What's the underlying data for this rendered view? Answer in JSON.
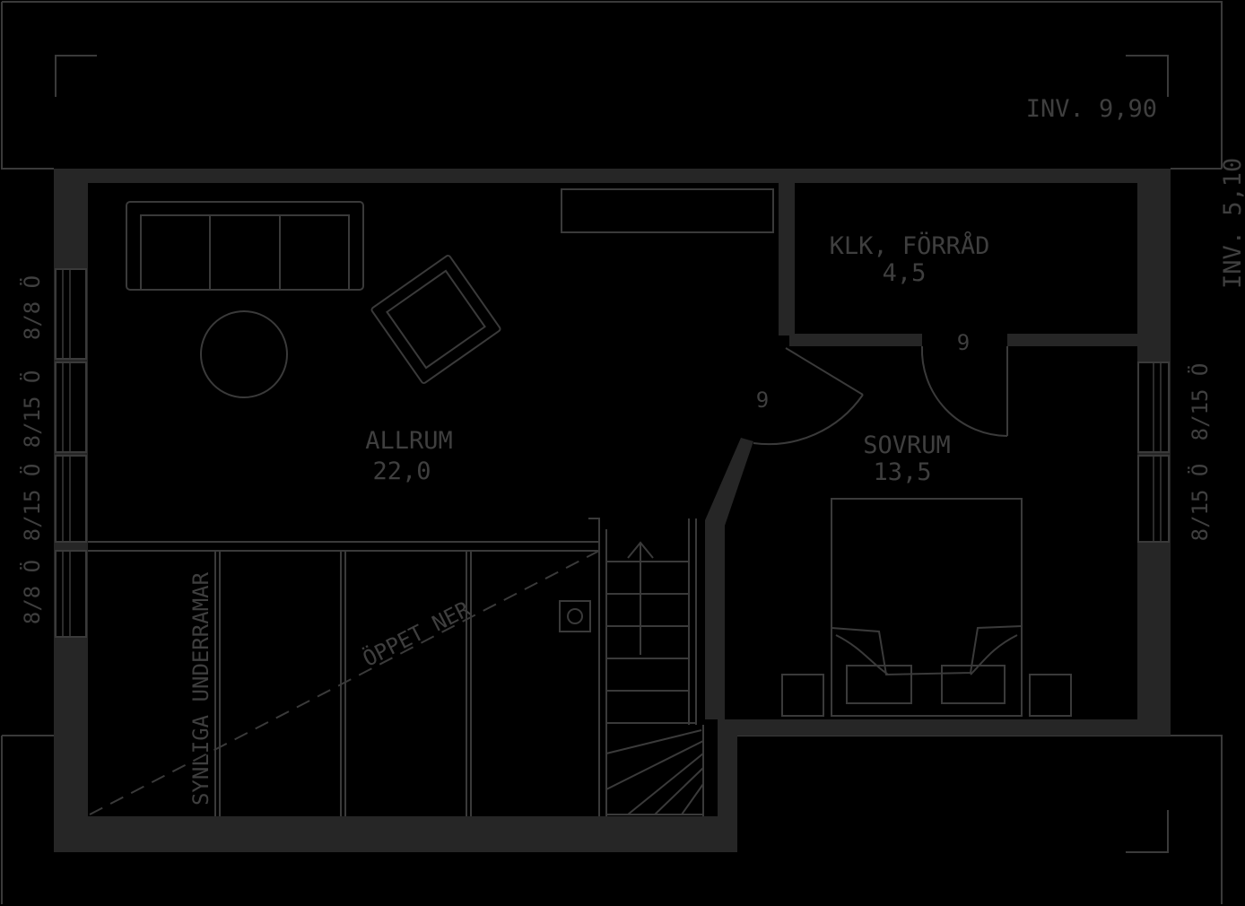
{
  "levels": {
    "top": "INV. 9,90",
    "right": "INV. 5,10"
  },
  "rooms": {
    "allrum": {
      "name": "ALLRUM",
      "area": "22,0"
    },
    "sovrum": {
      "name": "SOVRUM",
      "area": "13,5"
    },
    "klk": {
      "name": "KLK, FÖRRÅD",
      "area": "4,5"
    }
  },
  "doors": {
    "allrum_door": "9",
    "sovrum_door": "9"
  },
  "annotations": {
    "open_below": "ÖPPET NER",
    "visible_frames": "SYNLIGA UNDERRAMAR"
  },
  "windows": {
    "left": [
      "8/8 Ö",
      "8/15 Ö",
      "8/15 Ö",
      "8/8 Ö"
    ],
    "right": [
      "8/15 Ö",
      "8/15 Ö"
    ]
  },
  "colors": {
    "background": "#000000",
    "line": "#3a3a3a",
    "wall": "#262626"
  }
}
